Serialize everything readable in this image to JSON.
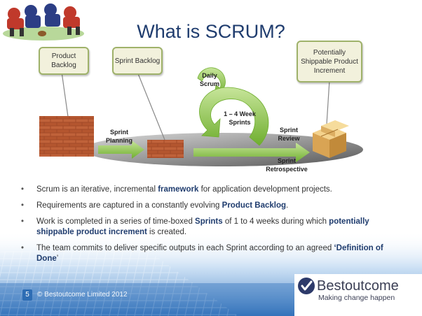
{
  "title": "What is SCRUM?",
  "boxes": {
    "product_backlog": "Product Backlog",
    "sprint_backlog": "Sprint Backlog",
    "increment": "Potentially Shippable Product Increment"
  },
  "labels": {
    "daily_scrum": "Daily Scrum",
    "week_sprints": "1 – 4 Week Sprints",
    "sprint_planning": "Sprint Planning",
    "sprint_review": "Sprint Review",
    "sprint_retrospective": "Sprint Retrospective"
  },
  "bullets": [
    {
      "before": "Scrum is an iterative, incremental ",
      "bold": "framework",
      "after": " for application development projects."
    },
    {
      "before": "Requirements are captured in a constantly evolving ",
      "bold": "Product Backlog",
      "after": "."
    },
    {
      "before": "Work is completed in a series of time-boxed ",
      "bold": "Sprints",
      "mid": " of 1 to 4 weeks during which ",
      "bold2": "potentially shippable product increment",
      "after": " is created."
    },
    {
      "before": "The team commits to deliver specific outputs in each Sprint according to an agreed ",
      "bold": "‘Definition of Done",
      "after": "’"
    }
  ],
  "footer": {
    "page_number": "5",
    "copyright": "© Bestoutcome Limited 2012"
  },
  "logo": {
    "name": "Bestoutcome",
    "tagline": "Making change happen"
  },
  "colors": {
    "title": "#1f3c6e",
    "arrow_green": "#8dc63f",
    "brick": "#a5502f",
    "box_border": "#9fb26a",
    "banner_blue": "#4a86c5"
  }
}
